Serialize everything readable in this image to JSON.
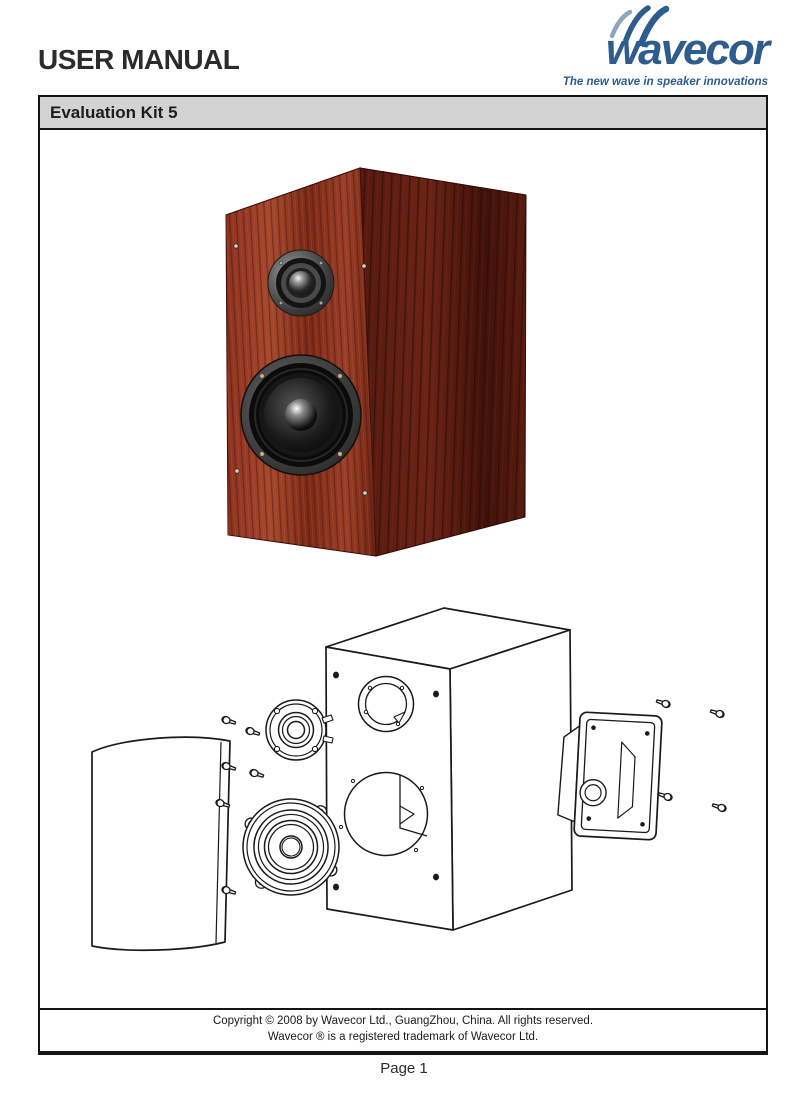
{
  "header": {
    "title": "USER MANUAL"
  },
  "logo": {
    "brand": "wavecor",
    "tagline": "The new wave in speaker innovations",
    "colors": {
      "brand_blue": "#2d5c8d",
      "wave_light_blue": "#8ba6be"
    }
  },
  "section": {
    "title": "Evaluation Kit 5",
    "bar_color": "#d3d3d3"
  },
  "figures": {
    "photo_name": "assembled-speaker-photo",
    "photo_wood_color": "#99392a",
    "diagram_name": "exploded-view-diagram"
  },
  "copyright": {
    "line1": "Copyright © 2008 by Wavecor Ltd., GuangZhou, China. All rights reserved.",
    "line2": "Wavecor ® is a registered trademark of Wavecor Ltd."
  },
  "footer": {
    "page_label": "Page 1"
  }
}
